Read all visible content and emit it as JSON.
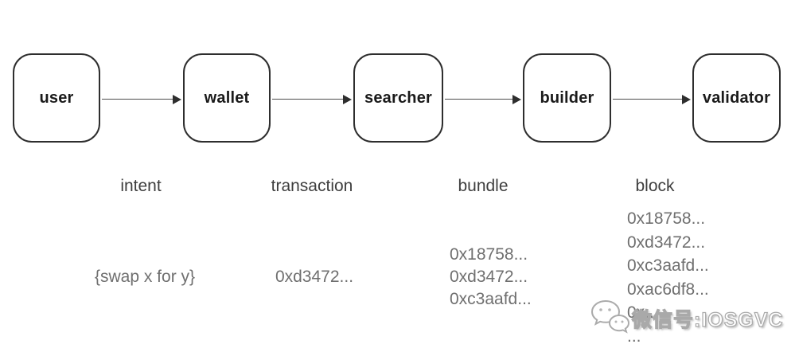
{
  "diagram": {
    "nodes": [
      {
        "label": "user"
      },
      {
        "label": "wallet"
      },
      {
        "label": "searcher"
      },
      {
        "label": "builder"
      },
      {
        "label": "validator"
      }
    ],
    "stages": [
      {
        "label": "intent",
        "examples": [
          "{swap x for y}"
        ]
      },
      {
        "label": "transaction",
        "examples": [
          "0xd3472..."
        ]
      },
      {
        "label": "bundle",
        "examples": [
          "0x18758...",
          "0xd3472...",
          "0xc3aafd..."
        ]
      },
      {
        "label": "block",
        "examples": [
          "0x18758...",
          "0xd3472...",
          "0xc3aafd...",
          "0xac6df8...",
          "0x...",
          "..."
        ]
      }
    ]
  },
  "watermark": {
    "icon": "wechat-icon",
    "text": "微信号:IOSGVC"
  },
  "colors": {
    "background": "#ffffff",
    "box_border": "#2e2e2e",
    "box_text": "#1a1a1a",
    "arrow": "#4d4d4d",
    "stage_label": "#3e3e3e",
    "example_text": "#6f6f6f",
    "watermark_fill": "#ffffff",
    "watermark_outline": "#a9a9a9"
  }
}
